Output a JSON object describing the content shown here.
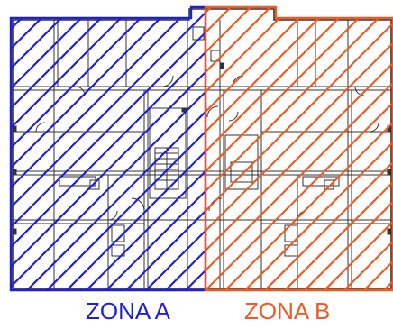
{
  "zones": [
    {
      "id": "a",
      "label": "ZONA A",
      "color": "#1f1fd6"
    },
    {
      "id": "b",
      "label": "ZONA B",
      "color": "#ee5a22"
    }
  ],
  "plan_color": "#333333"
}
